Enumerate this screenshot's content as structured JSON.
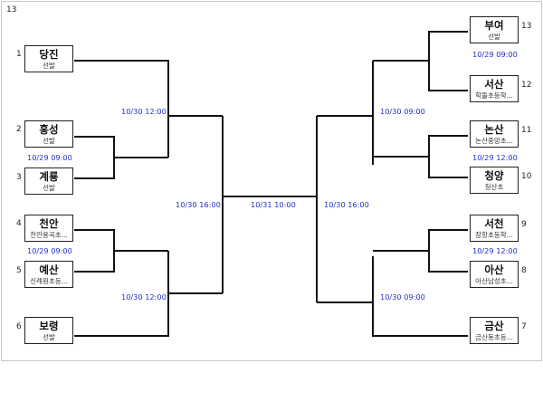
{
  "bracket": {
    "total_teams": "13",
    "left_teams": [
      {
        "seed": "1",
        "name": "당진",
        "sub": "선발"
      },
      {
        "seed": "2",
        "name": "홍성",
        "sub": "선발"
      },
      {
        "seed": "3",
        "name": "계룡",
        "sub": "선발"
      },
      {
        "seed": "4",
        "name": "천안",
        "sub": "천안용곡초..."
      },
      {
        "seed": "5",
        "name": "예산",
        "sub": "신례원초등..."
      },
      {
        "seed": "6",
        "name": "보령",
        "sub": "선발"
      }
    ],
    "right_teams": [
      {
        "seed": "13",
        "name": "부여",
        "sub": "선발"
      },
      {
        "seed": "12",
        "name": "서산",
        "sub": "학돌초등학..."
      },
      {
        "seed": "11",
        "name": "논산",
        "sub": "논산중앙초..."
      },
      {
        "seed": "10",
        "name": "청양",
        "sub": "청산초"
      },
      {
        "seed": "9",
        "name": "서천",
        "sub": "장항초등학..."
      },
      {
        "seed": "8",
        "name": "아산",
        "sub": "아산남성초..."
      },
      {
        "seed": "7",
        "name": "금산",
        "sub": "금산동초등..."
      }
    ],
    "dates": {
      "l_23": "10/29 09:00",
      "l_45": "10/29 09:00",
      "l_top": "10/30 12:00",
      "l_bot": "10/30 12:00",
      "l_semi": "10/30 16:00",
      "final": "10/31 10:00",
      "r_semi": "10/30 16:00",
      "r_1312": "10/29 09:00",
      "r_1110": "10/29 12:00",
      "r_98": "10/29 12:00",
      "r_top": "10/30 09:00",
      "r_bot": "10/30 09:00"
    }
  }
}
